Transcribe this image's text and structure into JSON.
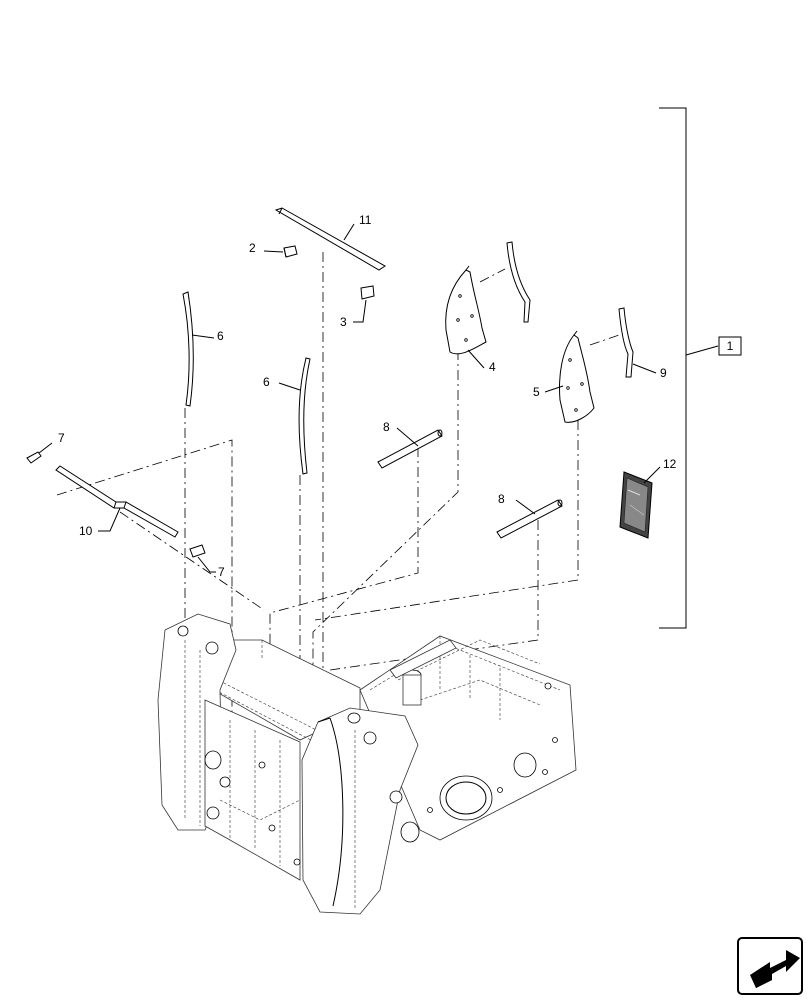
{
  "callouts": {
    "c1": "1",
    "c2": "2",
    "c3": "3",
    "c4": "4",
    "c5": "5",
    "c6a": "6",
    "c6b": "6",
    "c7a": "7",
    "c7b": "7",
    "c8a": "8",
    "c8b": "8",
    "c9": "9",
    "c10": "10",
    "c11": "11",
    "c12": "12"
  },
  "icons": {
    "nav": "next-page-arrow-icon"
  }
}
